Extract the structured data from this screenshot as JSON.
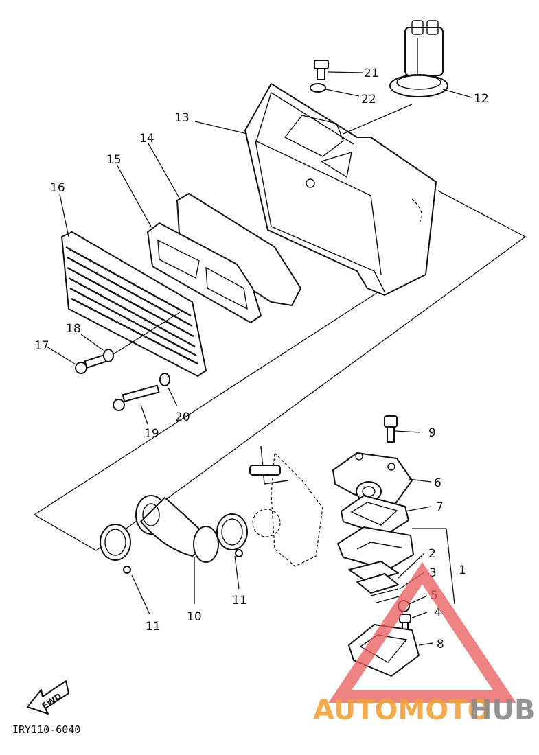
{
  "diagram": {
    "callouts": [
      "21",
      "22",
      "12",
      "13",
      "14",
      "15",
      "16",
      "18",
      "17",
      "20",
      "19",
      "9",
      "6",
      "7",
      "2",
      "3",
      "1",
      "5",
      "4",
      "8",
      "11",
      "11",
      "10"
    ],
    "drawing_code": "IRY110-6040",
    "fwd_label": "FWD"
  },
  "watermark": {
    "part1": "AUTOMOTO",
    "part2": "HUB",
    "color_red": "#e85a5a",
    "color_orange": "#f2a23a",
    "color_gray": "#8a8a8a"
  }
}
